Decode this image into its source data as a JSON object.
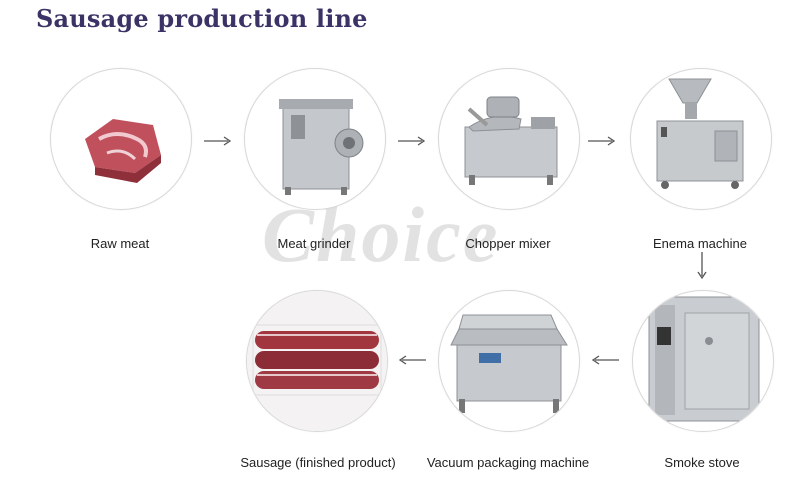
{
  "title": "Sausage production line",
  "watermark": "Choice",
  "colors": {
    "title": "#3b3366",
    "arrow": "#555555",
    "steel": "#b9bcc0",
    "meat": "#b8434f"
  },
  "steps": [
    {
      "label": "Raw meat",
      "icon": "raw-meat-icon"
    },
    {
      "label": "Meat grinder",
      "icon": "meat-grinder-icon"
    },
    {
      "label": "Chopper mixer",
      "icon": "chopper-mixer-icon"
    },
    {
      "label": "Enema machine",
      "icon": "enema-machine-icon"
    },
    {
      "label": "Smoke stove",
      "icon": "smoke-stove-icon"
    },
    {
      "label": "Vacuum packaging machine",
      "icon": "vacuum-packaging-machine-icon"
    },
    {
      "label": "Sausage (finished product)",
      "icon": "sausage-icon"
    }
  ]
}
